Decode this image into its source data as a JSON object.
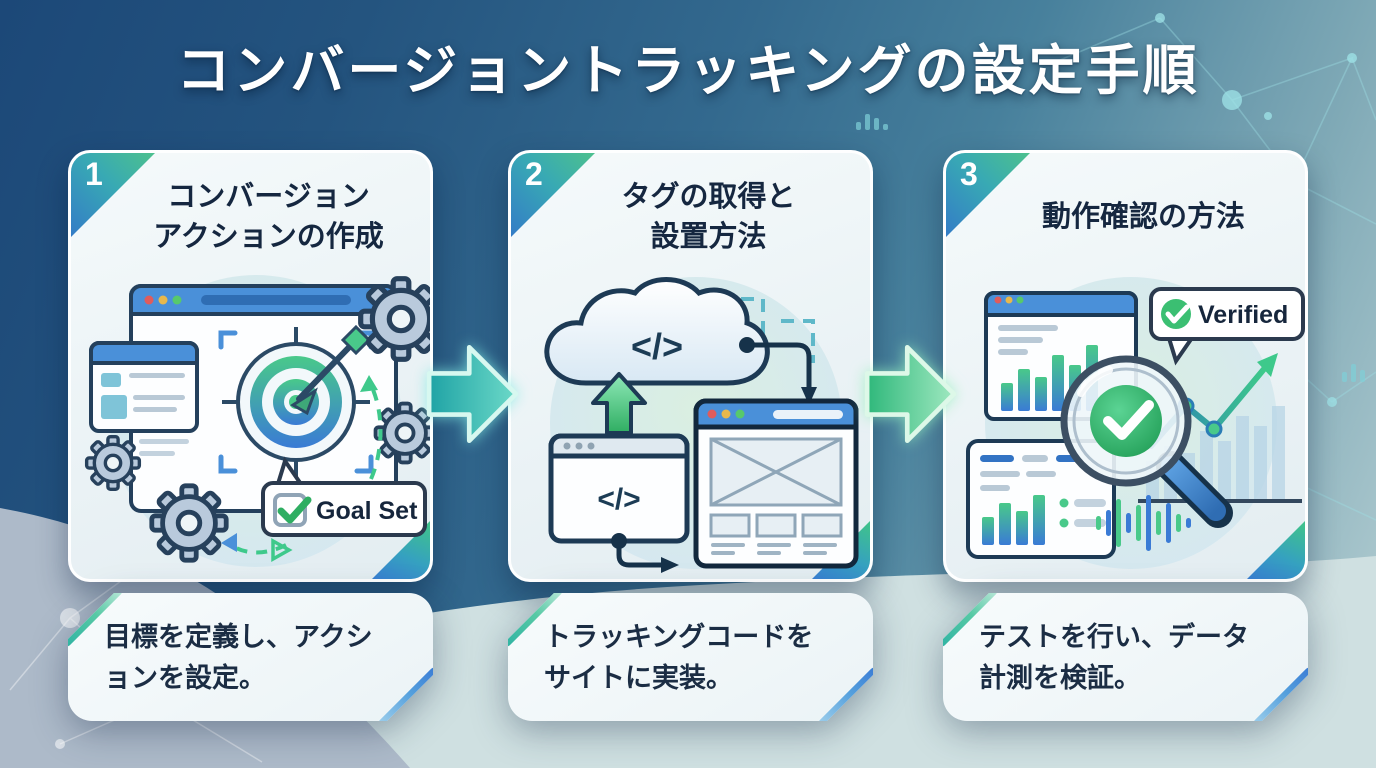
{
  "title": "コンバージョントラッキングの設定手順",
  "steps": [
    {
      "number": "1",
      "title_line1": "コンバージョン",
      "title_line2": "アクションの作成",
      "desc_line1": "目標を定義し、アクシ",
      "desc_line2": "ョンを設定。",
      "badge_label": "Goal Set",
      "icon_names": [
        "browser-window-icon",
        "target-arrow-icon",
        "gear-icon",
        "goal-set-badge",
        "dashed-arrow-icon"
      ]
    },
    {
      "number": "2",
      "title_line1": "タグの取得と",
      "title_line2": "設置方法",
      "desc_line1": "トラッキングコードを",
      "desc_line2": "サイトに実装。",
      "cloud_code": "</>",
      "file_code": "</>",
      "icon_names": [
        "cloud-code-icon",
        "upload-arrow-icon",
        "code-file-icon",
        "website-wireframe-icon",
        "flow-connector-icon"
      ]
    },
    {
      "number": "3",
      "title_line1": "動作確認の方法",
      "title_line2": "",
      "desc_line1": "テストを行い、データ",
      "desc_line2": "計測を検証。",
      "badge_label": "Verified",
      "icon_names": [
        "analytics-window-icon",
        "magnifier-check-icon",
        "trend-arrow-icon",
        "verified-badge",
        "equalizer-icon"
      ]
    }
  ],
  "colors": {
    "accent_green": "#3ec98b",
    "accent_blue": "#3a7bd5",
    "accent_teal": "#2ab5b0",
    "background_navy": "#1c4878",
    "background_pale": "#ccdee0",
    "card_background": "#eff6f8",
    "text_dark": "#18293f"
  }
}
